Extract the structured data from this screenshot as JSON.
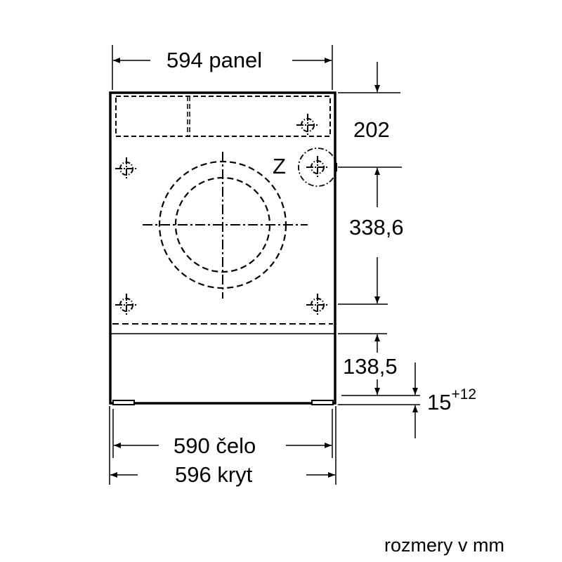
{
  "diagram": {
    "subject": "Built-in washing machine front view",
    "stroke_color": "#000000",
    "background": "#ffffff"
  },
  "dimensions": {
    "top_width": {
      "value": "594",
      "label": "panel",
      "text": "594 panel"
    },
    "control_panel_height": {
      "text": "202"
    },
    "connection_marker": {
      "text": "Z"
    },
    "mount_spacing_vertical": {
      "text": "338,6"
    },
    "plinth_height": {
      "text": "138,5"
    },
    "feet_height": {
      "base": "15",
      "tolerance": "+12"
    },
    "front_width": {
      "value": "590",
      "label": "čelo",
      "text": "590 čelo"
    },
    "cover_width": {
      "value": "596",
      "label": "kryt",
      "text": "596 kryt"
    }
  },
  "footer": {
    "units_note": "rozmery v mm"
  }
}
